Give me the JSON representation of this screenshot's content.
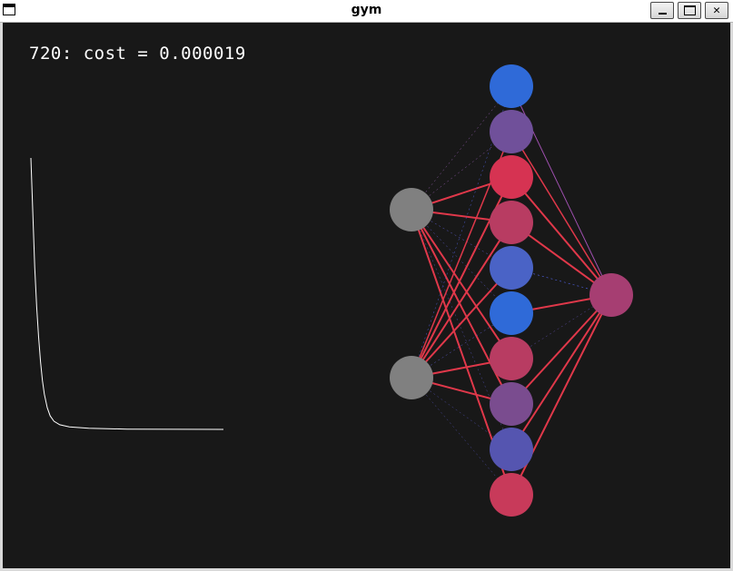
{
  "window": {
    "title": "gym",
    "controls": [
      {
        "name": "minimize-button",
        "icon": "minimize-icon"
      },
      {
        "name": "maximize-button",
        "icon": "maximize-icon"
      },
      {
        "name": "close-button",
        "icon": "close-icon",
        "label": "✕"
      }
    ]
  },
  "status": {
    "text": "720: cost = 0.000019",
    "iteration": 720,
    "cost": 1.9e-05
  },
  "cost_plot": {
    "type": "line",
    "description_color": "#ffffff",
    "curve": [
      [
        0,
        1.0
      ],
      [
        0.01,
        0.8
      ],
      [
        0.02,
        0.6
      ],
      [
        0.03,
        0.45
      ],
      [
        0.04,
        0.34
      ],
      [
        0.05,
        0.25
      ],
      [
        0.06,
        0.18
      ],
      [
        0.07,
        0.13
      ],
      [
        0.085,
        0.08
      ],
      [
        0.1,
        0.05
      ],
      [
        0.12,
        0.03
      ],
      [
        0.15,
        0.017
      ],
      [
        0.2,
        0.009
      ],
      [
        0.3,
        0.004
      ],
      [
        0.5,
        0.001
      ],
      [
        1.0,
        0.0
      ]
    ]
  },
  "network": {
    "layers": [
      {
        "name": "input-layer",
        "neurons": [
          {
            "color": "#808080"
          },
          {
            "color": "#808080"
          }
        ]
      },
      {
        "name": "hidden-layer",
        "neurons": [
          {
            "color": "#2f6ad8"
          },
          {
            "color": "#70509a"
          },
          {
            "color": "#d63352"
          },
          {
            "color": "#b83c62"
          },
          {
            "color": "#4a63c6"
          },
          {
            "color": "#2f6ad8"
          },
          {
            "color": "#b83c62"
          },
          {
            "color": "#7a4c8f"
          },
          {
            "color": "#5555b0"
          },
          {
            "color": "#c83a5a"
          }
        ]
      },
      {
        "name": "output-layer",
        "neurons": [
          {
            "color": "#a63e72"
          }
        ]
      }
    ],
    "connections_1": [
      [
        {
          "c": "#8f5aa8",
          "w": 0.5
        },
        {
          "c": "#8f5aa8",
          "w": 0.5
        },
        {
          "c": "#e0384a",
          "w": 2
        },
        {
          "c": "#e0384a",
          "w": 2
        },
        {
          "c": "#5a5ac8",
          "w": 0.5
        },
        {
          "c": "#5a5ac8",
          "w": 0.5
        },
        {
          "c": "#e0384a",
          "w": 2
        },
        {
          "c": "#e0384a",
          "w": 2
        },
        {
          "c": "#4a4aa0",
          "w": 0.5
        },
        {
          "c": "#e0384a",
          "w": 2
        }
      ],
      [
        {
          "c": "#4a5ad0",
          "w": 0.5
        },
        {
          "c": "#e0384a",
          "w": 1.5
        },
        {
          "c": "#e0384a",
          "w": 2
        },
        {
          "c": "#e0384a",
          "w": 2
        },
        {
          "c": "#e0384a",
          "w": 2
        },
        {
          "c": "#5a5ac8",
          "w": 0.5
        },
        {
          "c": "#e0384a",
          "w": 2
        },
        {
          "c": "#e0384a",
          "w": 2
        },
        {
          "c": "#4a4aa0",
          "w": 0.5
        },
        {
          "c": "#4a4aa0",
          "w": 0.5
        }
      ]
    ],
    "connections_2": [
      {
        "c": "#a050b0",
        "w": 1
      },
      {
        "c": "#e0384a",
        "w": 1.5
      },
      {
        "c": "#e0384a",
        "w": 2
      },
      {
        "c": "#e0384a",
        "w": 2
      },
      {
        "c": "#4a5ad0",
        "w": 0.7
      },
      {
        "c": "#e0384a",
        "w": 2
      },
      {
        "c": "#5a4aa0",
        "w": 0.5
      },
      {
        "c": "#e0384a",
        "w": 2
      },
      {
        "c": "#e0384a",
        "w": 2
      },
      {
        "c": "#e0384a",
        "w": 2
      }
    ]
  }
}
